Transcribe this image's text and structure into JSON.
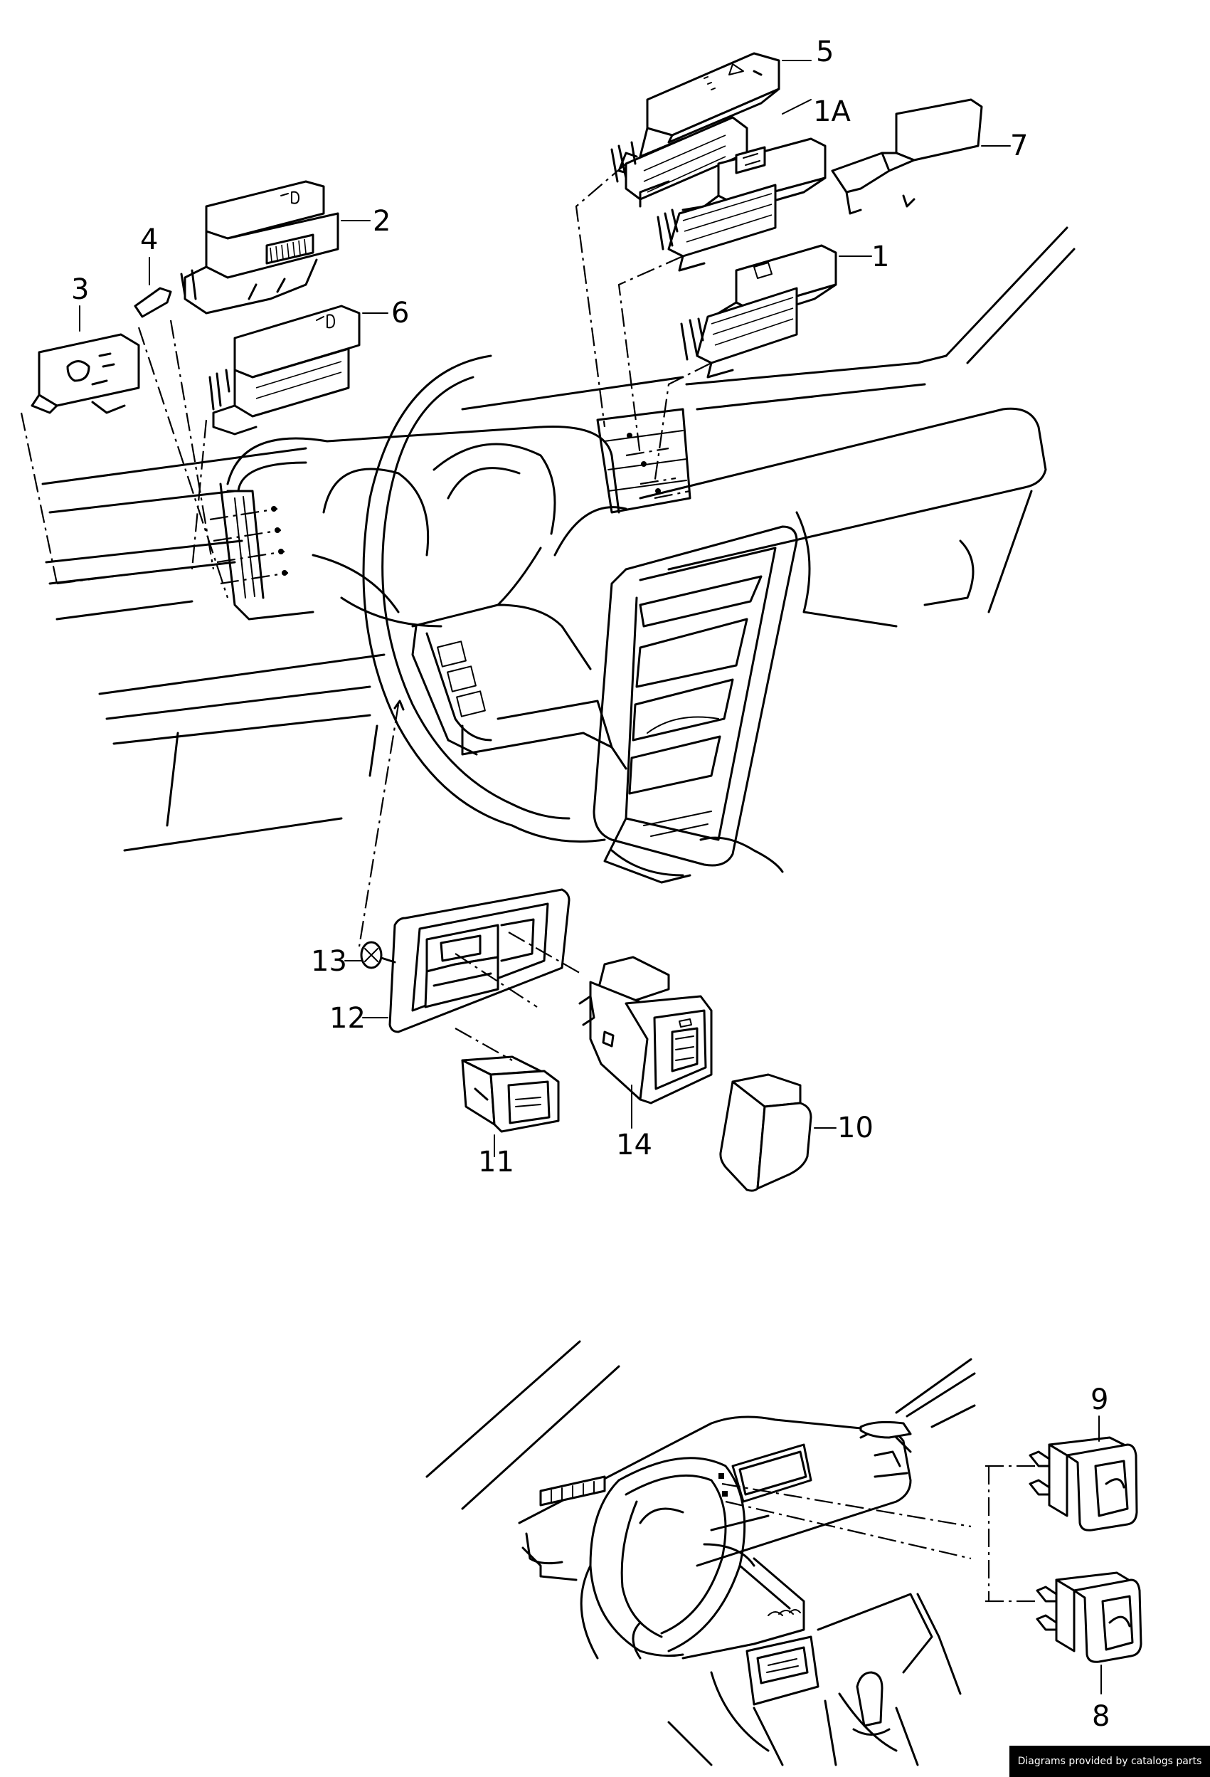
{
  "labels": {
    "p5": "5",
    "p1a": "1A",
    "p7": "7",
    "p2": "2",
    "p4": "4",
    "p3": "3",
    "p6": "6",
    "p1": "1",
    "p13": "13",
    "p12": "12",
    "p11": "11",
    "p14": "14",
    "p10": "10",
    "p9": "9",
    "p8": "8"
  },
  "credit": "Diagrams provided by catalogs parts"
}
